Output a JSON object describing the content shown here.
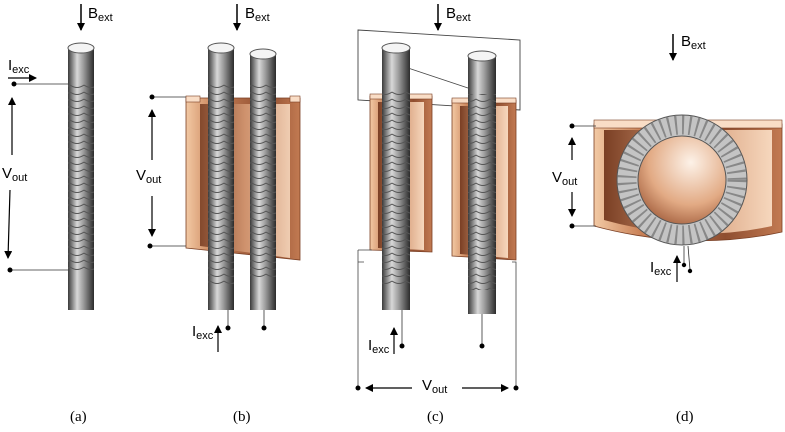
{
  "labels": {
    "b_symbol": "B",
    "b_sub": "ext",
    "i_symbol": "I",
    "i_sub": "exc",
    "v_symbol": "V",
    "v_sub": "out"
  },
  "captions": [
    "(a)",
    "(b)",
    "(c)",
    "(d)"
  ],
  "colors": {
    "copper_dark": "#b26a45",
    "copper_light": "#f2c9a4",
    "copper_rim": "#f9ddc6",
    "rod_dark": "#3a3a3a",
    "rod_light": "#d8d8d8",
    "coil_gray": "#a9a9a9"
  }
}
